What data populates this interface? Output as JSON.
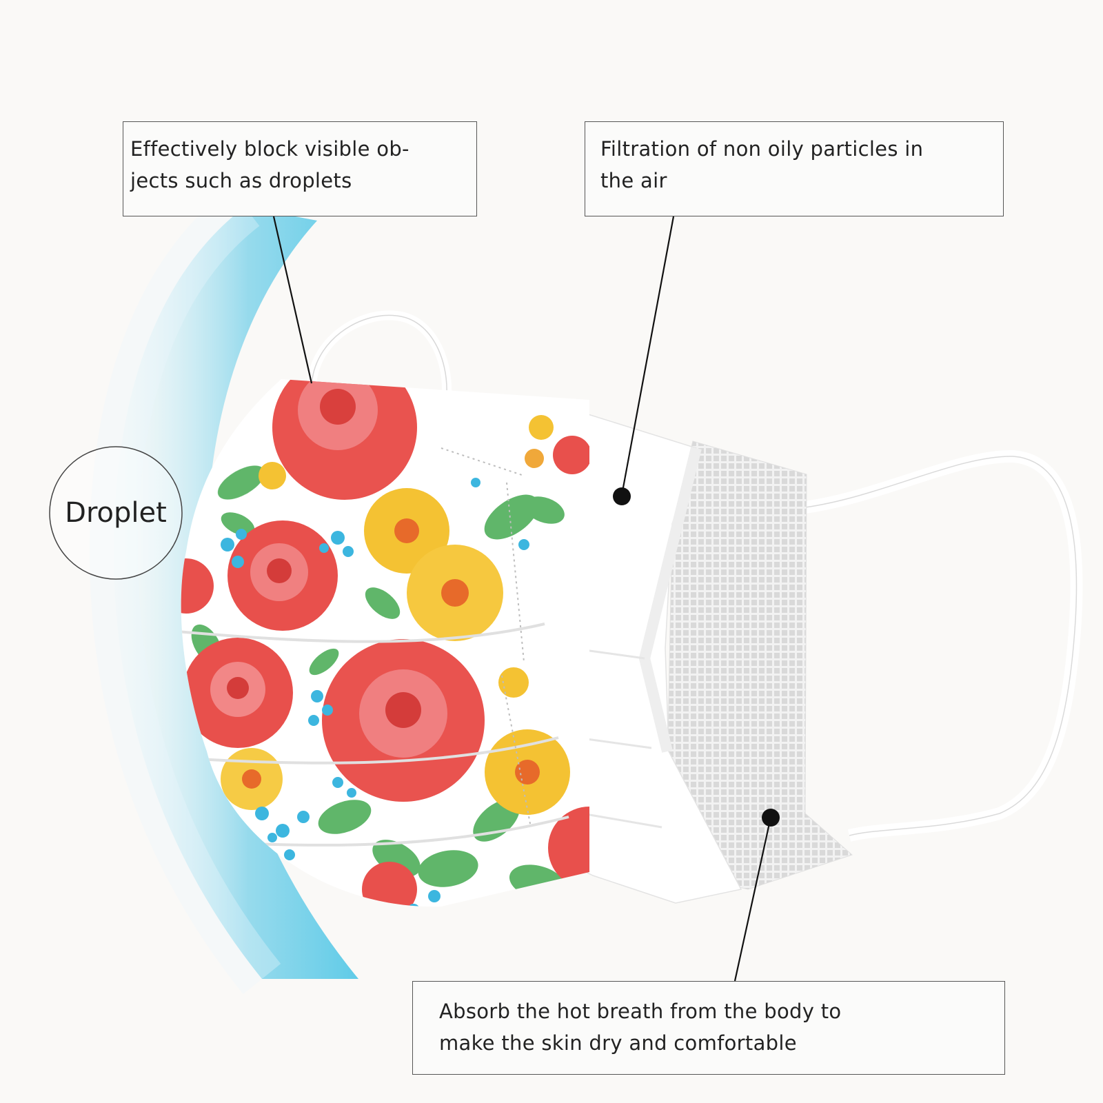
{
  "callouts": {
    "block": {
      "line1": "Effectively block visible ob-",
      "line2": "jects such as droplets"
    },
    "filter": {
      "line1": "Filtration of non oily particles in",
      "line2": "the air"
    },
    "absorb": {
      "line1": "Absorb the hot breath from the body to",
      "line2": "make the skin dry and comfortable"
    }
  },
  "droplet_label": "Droplet",
  "colors": {
    "background": "#faf9f7",
    "droplet_glow": "#7fd3ea",
    "rose": "#e9534f",
    "yellow_flower": "#f4c233",
    "leaf": "#4fae5a",
    "blue_flower": "#3cb6df",
    "inner_layer": "#ffffff",
    "mesh": "#cfcfcf",
    "leader_line": "#111111"
  }
}
